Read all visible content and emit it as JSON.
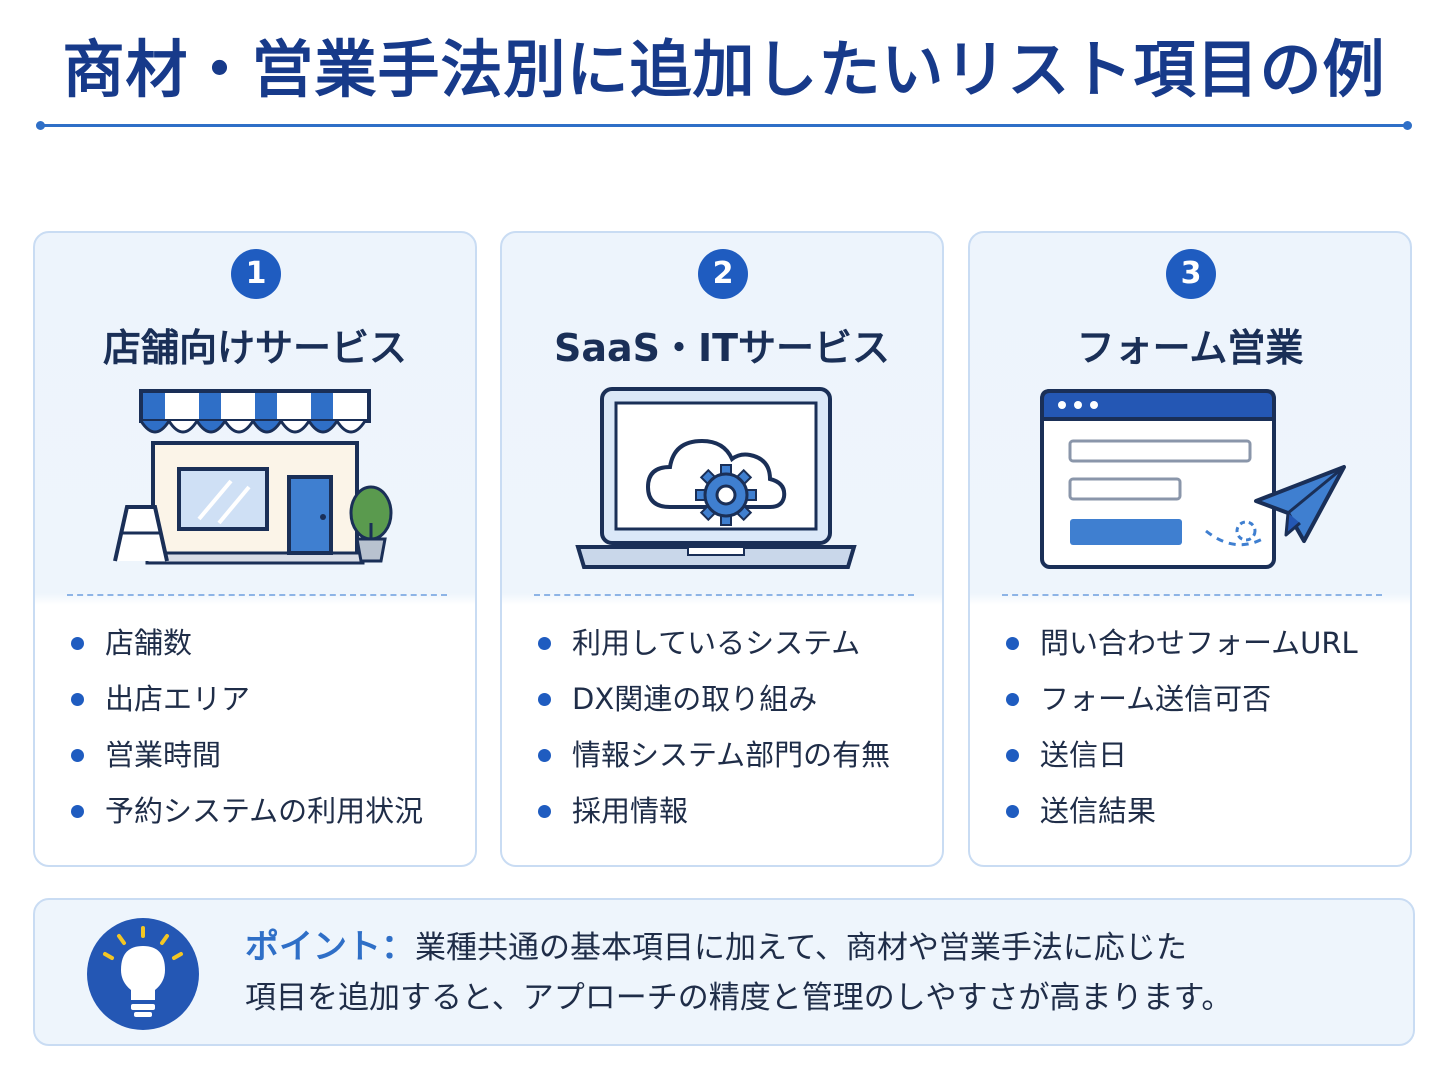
{
  "title": "商材・営業手法別に追加したいリスト項目の例",
  "cards": [
    {
      "number": "1",
      "title": "店舗向けサービス",
      "icon": "storefront-icon",
      "items": [
        "店舗数",
        "出店エリア",
        "営業時間",
        "予約システムの利用状況"
      ]
    },
    {
      "number": "2",
      "title": "SaaS・ITサービス",
      "icon": "laptop-cloud-gear-icon",
      "items": [
        "利用しているシステム",
        "DX関連の取り組み",
        "情報システム部門の有無",
        "採用情報"
      ]
    },
    {
      "number": "3",
      "title": "フォーム営業",
      "icon": "web-form-paper-plane-icon",
      "items": [
        "問い合わせフォームURL",
        "フォーム送信可否",
        "送信日",
        "送信結果"
      ]
    }
  ],
  "point": {
    "icon": "lightbulb-icon",
    "label": "ポイント：",
    "line1": "業種共通の基本項目に加えて、商材や営業手法に応じた",
    "line2": "項目を追加すると、アプローチの精度と管理のしやすさが高まります。"
  },
  "colors": {
    "primary": "#1f5cc0",
    "title": "#173a8a",
    "accent": "#2f6fc7",
    "card_bg": "#eef5fc",
    "card_border": "#c9dcf3",
    "bulb_yellow": "#f3c623"
  }
}
